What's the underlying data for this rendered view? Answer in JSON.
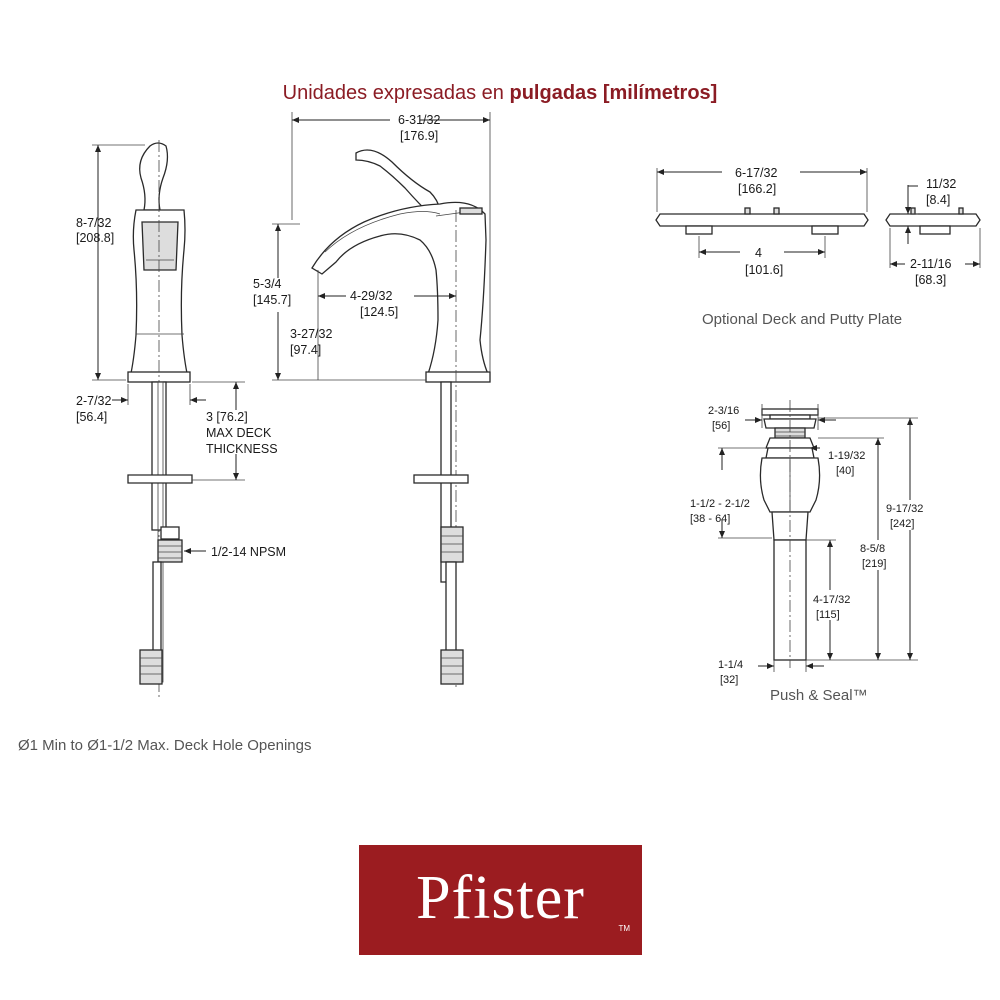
{
  "header": {
    "prefix": "Unidades expresadas en ",
    "emphasis": "pulgadas [milímetros]"
  },
  "front_view": {
    "height": "8-7/32",
    "height_mm": "[208.8]",
    "base_width": "2-7/32",
    "base_width_mm": "[56.4]",
    "deck_thickness_line1": "3 [76.2]",
    "deck_thickness_line2": "MAX DECK",
    "deck_thickness_line3": "THICKNESS",
    "thread": "1/2-14 NPSM"
  },
  "side_view": {
    "overall_length": "6-31/32",
    "overall_length_mm": "[176.9]",
    "spout_height": "5-3/4",
    "spout_height_mm": "[145.7]",
    "spout_reach": "4-29/32",
    "spout_reach_mm": "[124.5]",
    "aerator_height": "3-27/32",
    "aerator_height_mm": "[97.4]"
  },
  "deck_plate": {
    "length": "6-17/32",
    "length_mm": "[166.2]",
    "center": "4",
    "center_mm": "[101.6]",
    "thickness": "11/32",
    "thickness_mm": "[8.4]",
    "width": "2-11/16",
    "width_mm": "[68.3]",
    "caption": "Optional Deck and Putty Plate"
  },
  "drain": {
    "cap_dia": "2-3/16",
    "cap_dia_mm": "[56]",
    "body_dia": "1-19/32",
    "body_dia_mm": "[40]",
    "range": "1-1/2  -  2-1/2",
    "range_mm": "[38  -  64]",
    "overall": "9-17/32",
    "overall_mm": "[242]",
    "mid": "8-5/8",
    "mid_mm": "[219]",
    "tail": "4-17/32",
    "tail_mm": "[115]",
    "tail_dia": "1-1/4",
    "tail_dia_mm": "[32]",
    "caption": "Push & Seal™"
  },
  "footnote": "Ø1 Min to  Ø1-1/2 Max. Deck Hole Openings",
  "logo": {
    "text": "Pfister",
    "tm": "TM",
    "color": "#9b1c20"
  }
}
